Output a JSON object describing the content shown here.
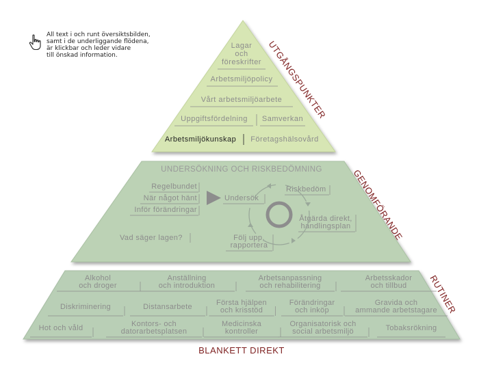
{
  "instructions": {
    "icon": "pointing-hand-icon",
    "lines": [
      "All text i och runt översiktsbilden,",
      "samt i de underliggande flödena,",
      "är klickbar och leder vidare",
      "till önskad information."
    ]
  },
  "colors": {
    "top_fill": "#d7e6b4",
    "middle_fill": "#bcd2b5",
    "bottom_fill": "#b9cfb6",
    "heading": "#7d1f1f",
    "gray_text": "#8c8c8c",
    "dark_text": "#1f1f1f"
  },
  "sections": {
    "top_label": "UTGÅNGSPUNKTER",
    "middle_label": "GENOMFÖRANDE",
    "bottom_label": "RUTINER"
  },
  "top": {
    "laws": [
      "Lagar",
      "och",
      "föreskrifter"
    ],
    "policy": "Arbetsmiljöpolicy",
    "our_work": "Vårt arbetsmiljöarbete",
    "task_distribution": "Uppgiftsfördelning",
    "cooperation": "Samverkan",
    "knowledge": "Arbetsmiljökunskap",
    "occupational_health": "Företagshälsovård"
  },
  "middle": {
    "title": "UNDERSÖKNING OCH RISKBEDÖMNING",
    "regular": "Regelbundet",
    "when_happened": "När något hänt",
    "before_changes": "Inför förändringar",
    "investigate": "Undersök",
    "risk_assess": "Riskbedöm",
    "actions": [
      "Åtgärda direkt,",
      "handlingsplan"
    ],
    "follow_up": [
      "Följ upp,",
      "rapportera"
    ],
    "law_question": "Vad säger lagen?"
  },
  "bottom": {
    "row1": [
      [
        "Alkohol",
        "och droger"
      ],
      [
        "Anställning",
        "och introduktion"
      ],
      [
        "Arbetsanpassning",
        "och rehabilitering"
      ],
      [
        "Arbetsskador",
        "och tillbud"
      ]
    ],
    "row2": [
      [
        "Diskriminering"
      ],
      [
        "Distansarbete"
      ],
      [
        "Första hjälpen",
        "och krisstöd"
      ],
      [
        "Förändringar",
        "och inköp"
      ],
      [
        "Gravida och",
        "ammande arbetstagare"
      ]
    ],
    "row3": [
      [
        "Hot och våld"
      ],
      [
        "Kontors- och",
        "datorarbetsplatsen"
      ],
      [
        "Medicinska",
        "kontroller"
      ],
      [
        "Organisatorisk och",
        "social arbetsmiljö"
      ],
      [
        "Tobaksrökning"
      ]
    ]
  },
  "footer": "BLANKETT DIREKT"
}
